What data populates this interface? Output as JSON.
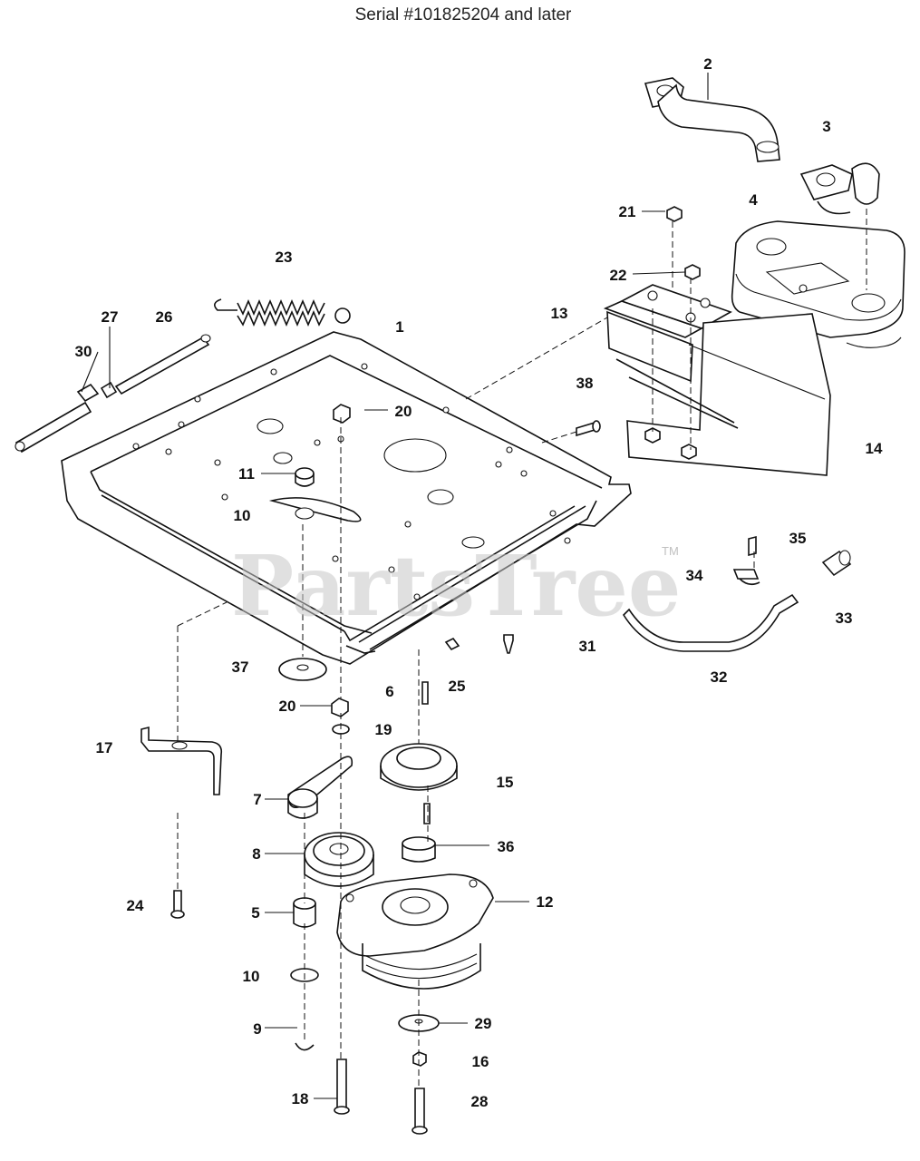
{
  "header": {
    "serial_text": "Serial #101825204 and later"
  },
  "watermark": {
    "text": "PartsTree",
    "tm": "TM"
  },
  "callouts": [
    {
      "id": "1",
      "text": "1"
    },
    {
      "id": "2",
      "text": "2"
    },
    {
      "id": "3",
      "text": "3"
    },
    {
      "id": "4",
      "text": "4"
    },
    {
      "id": "5",
      "text": "5"
    },
    {
      "id": "6",
      "text": "6"
    },
    {
      "id": "7",
      "text": "7"
    },
    {
      "id": "8",
      "text": "8"
    },
    {
      "id": "9",
      "text": "9"
    },
    {
      "id": "10a",
      "text": "10"
    },
    {
      "id": "10b",
      "text": "10"
    },
    {
      "id": "11",
      "text": "11"
    },
    {
      "id": "12",
      "text": "12"
    },
    {
      "id": "13",
      "text": "13"
    },
    {
      "id": "14",
      "text": "14"
    },
    {
      "id": "15",
      "text": "15"
    },
    {
      "id": "16",
      "text": "16"
    },
    {
      "id": "17",
      "text": "17"
    },
    {
      "id": "18",
      "text": "18"
    },
    {
      "id": "19",
      "text": "19"
    },
    {
      "id": "20a",
      "text": "20"
    },
    {
      "id": "20b",
      "text": "20"
    },
    {
      "id": "21",
      "text": "21"
    },
    {
      "id": "22",
      "text": "22"
    },
    {
      "id": "23",
      "text": "23"
    },
    {
      "id": "24",
      "text": "24"
    },
    {
      "id": "25",
      "text": "25"
    },
    {
      "id": "26",
      "text": "26"
    },
    {
      "id": "27",
      "text": "27"
    },
    {
      "id": "28",
      "text": "28"
    },
    {
      "id": "29",
      "text": "29"
    },
    {
      "id": "30",
      "text": "30"
    },
    {
      "id": "31",
      "text": "31"
    },
    {
      "id": "32",
      "text": "32"
    },
    {
      "id": "33",
      "text": "33"
    },
    {
      "id": "34",
      "text": "34"
    },
    {
      "id": "35",
      "text": "35"
    },
    {
      "id": "36",
      "text": "36"
    },
    {
      "id": "37",
      "text": "37"
    },
    {
      "id": "38",
      "text": "38"
    }
  ]
}
